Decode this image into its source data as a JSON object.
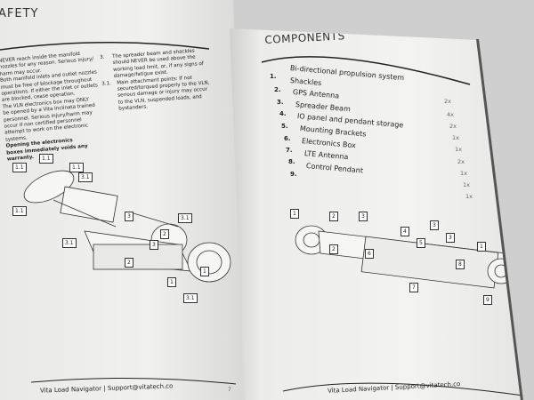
{
  "left_page": {
    "title": "AFETY",
    "safety_text": [
      "NEVER reach inside the manifold",
      "nozzles for any reason. Serious injury/",
      "harm may occur.",
      "Both manifold inlets and outlet nozzles",
      "must be free of blockage throughout",
      "operations. If either the inlet or outlets",
      "are blocked, cease operation.",
      "The VLN electronics box may ONLY",
      "be opened by a Vita Inclinata trained",
      "personnel. Serious injury/harm may",
      "occur if non certified personnel",
      "attempt to work on the electronic",
      "systems."
    ],
    "warning_bold": [
      "Opening the electronics",
      "boxes immediately voids any",
      "warranty."
    ],
    "item3_number": "3.",
    "item3_text": [
      "The spreader beam and shackles",
      "should NEVER be used above the",
      "working load limit, or, if any signs of",
      "damage/fatigue exist."
    ],
    "item31_number": "3.1.",
    "item31_text": [
      "Main attachment points: If not",
      "secured/torqued properly to the VLN,",
      "serious damage or injury may occur",
      "to the VLN, suspended loads, and",
      "bystanders."
    ],
    "callouts": [
      "1.1",
      "1.1",
      "1.1",
      "3.1",
      "1.1",
      "3.1",
      "3",
      "3.1",
      "2",
      "1",
      "1",
      "3.1",
      "2",
      "3"
    ],
    "footer": "Vita Load Navigator | Support@vitatech.co",
    "page_number": "7"
  },
  "right_page": {
    "title": "COMPONENTS",
    "components": [
      {
        "num": "1.",
        "name": "Bi-directional propulsion system",
        "qty": "2x"
      },
      {
        "num": "2.",
        "name": "Shackles",
        "qty": "4x"
      },
      {
        "num": "3.",
        "name": "GPS Antenna",
        "qty": "2x"
      },
      {
        "num": "4.",
        "name": "Spreader Beam",
        "qty": "1x"
      },
      {
        "num": "5.",
        "name": "IO panel and pendant storage",
        "qty": "1x"
      },
      {
        "num": "6.",
        "name": "Mounting Brackets",
        "qty": "2x"
      },
      {
        "num": "7.",
        "name": "Electronics Box",
        "qty": "1x"
      },
      {
        "num": "8.",
        "name": "LTE Antenna",
        "qty": "1x"
      },
      {
        "num": "9.",
        "name": "Control Pendant",
        "qty": "1x"
      }
    ],
    "callouts": [
      "1",
      "2",
      "3",
      "2",
      "4",
      "3",
      "1",
      "3",
      "5",
      "6",
      "8",
      "7",
      "9"
    ],
    "footer": "Vita Load Navigator | Support@vitatech.co"
  }
}
